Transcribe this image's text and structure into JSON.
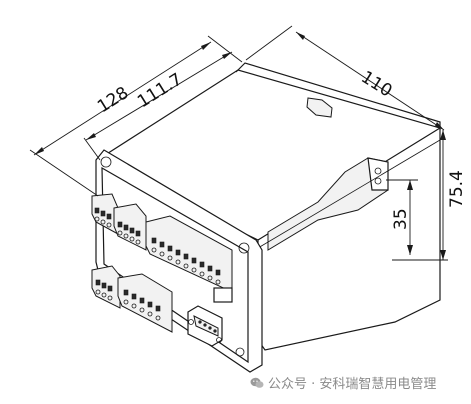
{
  "dimensions": {
    "depth": "110",
    "width_outer": "128",
    "width_inner": "111.7",
    "height_total": "75.4",
    "height_partial": "35"
  },
  "watermark": {
    "text": "公众号 · 安科瑞智慧用电管理",
    "icon": "wechat-icon"
  },
  "colors": {
    "line": "#1a1a1a",
    "watermark": "#8a8a8a"
  }
}
